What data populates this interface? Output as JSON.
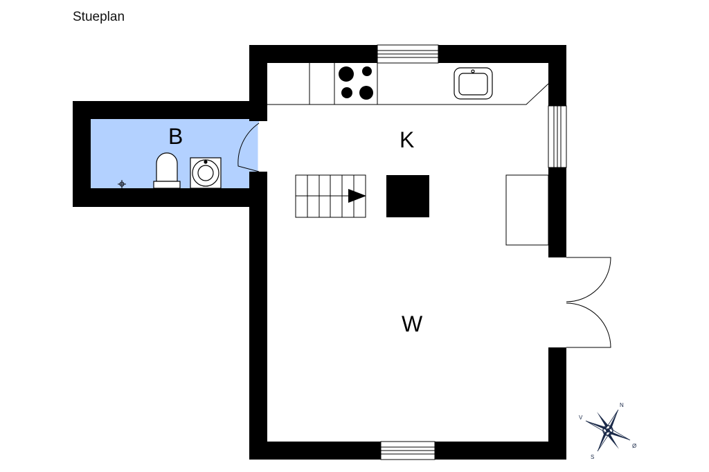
{
  "plan": {
    "title": "Stueplan",
    "rooms": [
      {
        "id": "bathroom",
        "label": "B"
      },
      {
        "id": "kitchen",
        "label": "K"
      },
      {
        "id": "living",
        "label": "W"
      }
    ],
    "compass": {
      "n": "N",
      "s": "S",
      "e": "Ø",
      "w": "V"
    },
    "colors": {
      "wall": "#000000",
      "bathroom_fill": "#b3d1ff",
      "compass": "#1b2a49"
    }
  }
}
